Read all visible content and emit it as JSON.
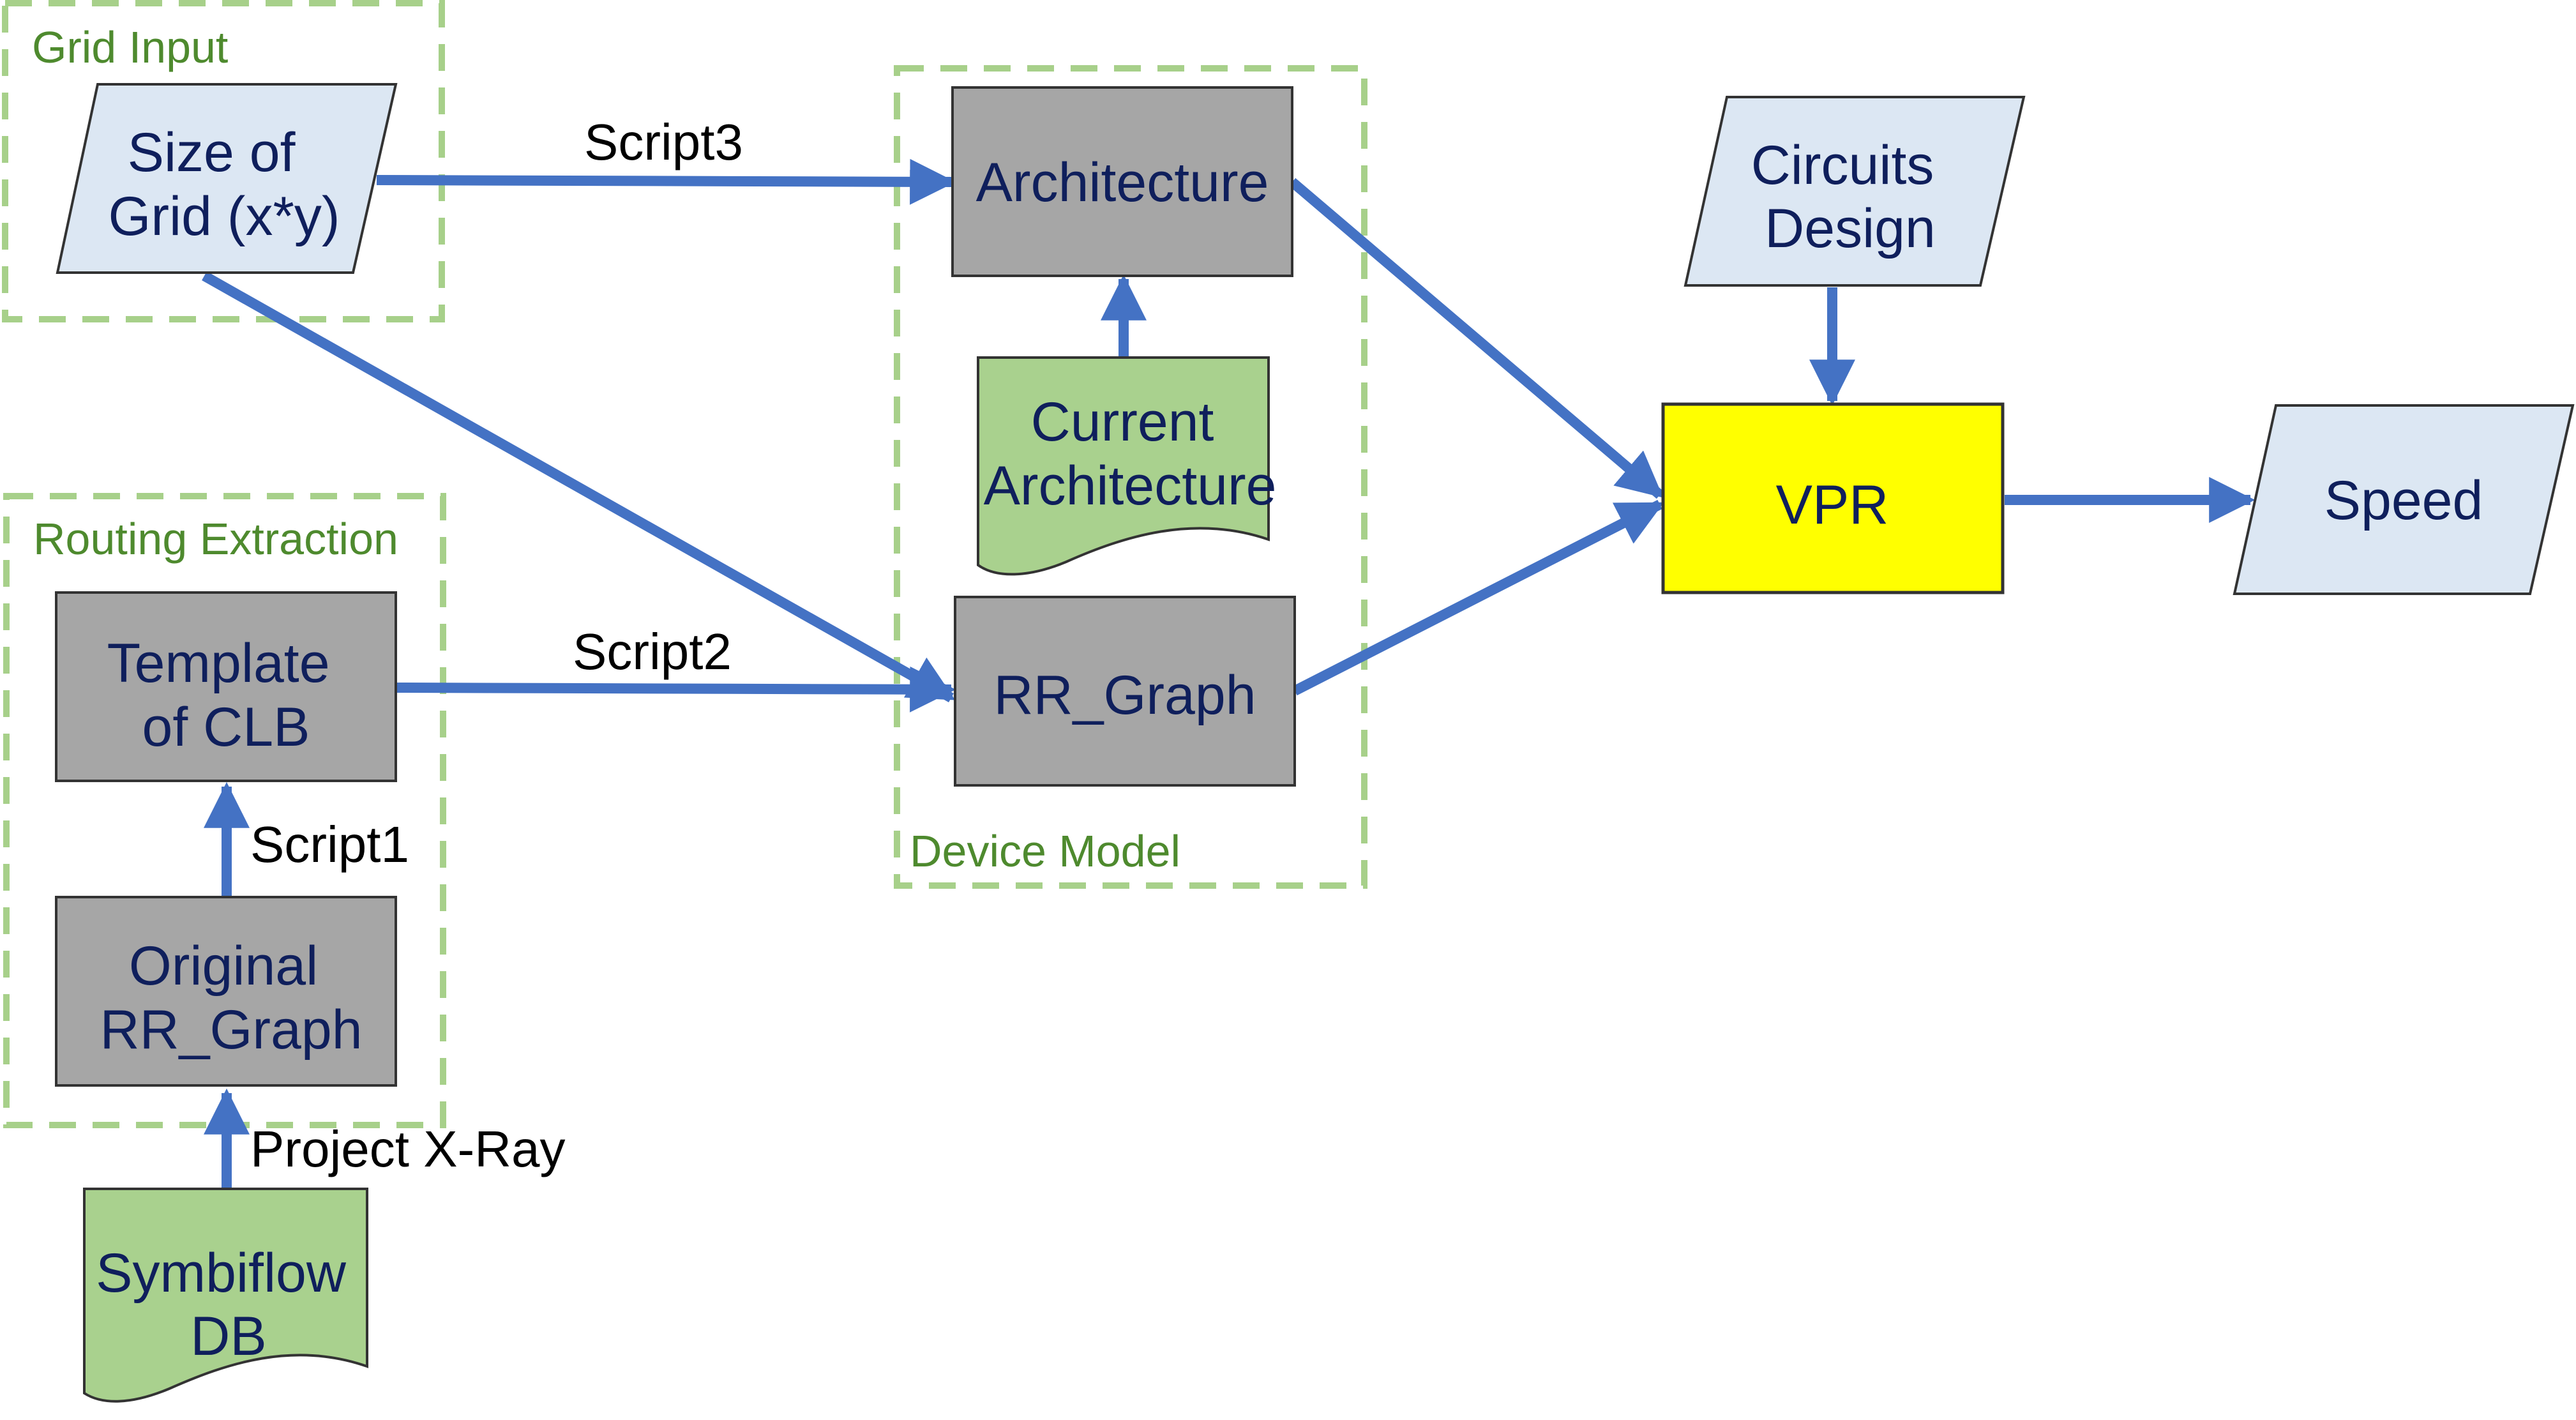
{
  "groups": {
    "grid_input": "Grid Input",
    "routing_extraction": "Routing Extraction",
    "device_model": "Device Model"
  },
  "nodes": {
    "size_of_grid": [
      "Size of",
      "Grid (x*y)"
    ],
    "architecture": [
      "Architecture"
    ],
    "current_architecture": [
      "Current",
      "Architecture"
    ],
    "rr_graph": [
      "RR_Graph"
    ],
    "template_of_clb": [
      "Template",
      "of CLB"
    ],
    "original_rr_graph": [
      "Original",
      "RR_Graph"
    ],
    "symbiflow_db": [
      "Symbiflow",
      "DB"
    ],
    "circuits_design": [
      "Circuits",
      "Design"
    ],
    "vpr": [
      "VPR"
    ],
    "speed": [
      "Speed"
    ]
  },
  "edge_labels": {
    "script3": "Script3",
    "script2": "Script2",
    "script1": "Script1",
    "project_xray": "Project X-Ray"
  },
  "colors": {
    "arrow": "#4472c4",
    "process_fill": "#a6a6a6",
    "io_fill": "#dce7f3",
    "document_fill": "#a9d18e",
    "vpr_fill": "#ffff00",
    "group_border": "#a7d08a",
    "group_label": "#4e8a2e",
    "node_text": "#0f1f5c"
  }
}
